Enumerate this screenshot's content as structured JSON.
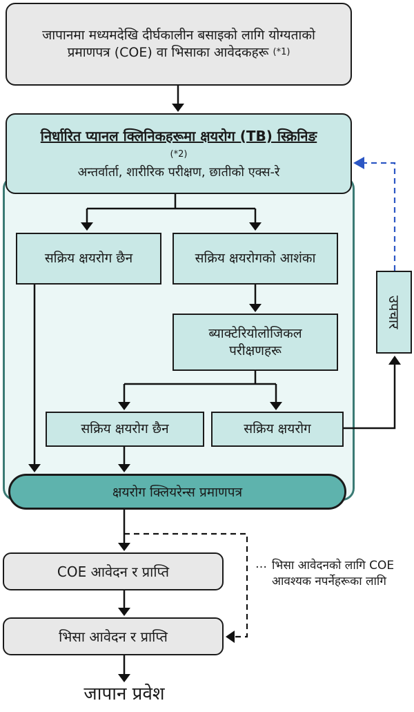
{
  "nodes": {
    "application": {
      "text": "जापानमा मध्यमदेखि दीर्घकालीन बसाइको लागि योग्यताको प्रमाणपत्र (COE) वा भिसाका आवेदकहरू",
      "note": "(*1)"
    },
    "screening": {
      "title": "निर्धारित प्यानल क्लिनिकहरूमा क्षयरोग (TB) स्क्रिनिङ",
      "note": "(*2)",
      "subtitle": "अन्तर्वार्ता, शारीरिक परीक्षण, छातीको एक्स-रे"
    },
    "no_active_tb_1": "सक्रिय क्षयरोग छैन",
    "suspected_tb": "सक्रिय क्षयरोगको आशंका",
    "bacteriological": "ब्याक्टेरियोलोजिकल परीक्षणहरू",
    "no_active_tb_2": "सक्रिय क्षयरोग छैन",
    "active_tb": "सक्रिय क्षयरोग",
    "treatment": "उपचार",
    "clearance": "क्षयरोग क्लियरेन्स प्रमाणपत्र",
    "coe": "COE आवेदन र प्राप्ति",
    "visa": "भिसा आवेदन र प्राप्ति",
    "entry": "जापान प्रवेश"
  },
  "notes": {
    "coe_not_required": "भिसा आवेदनको लागि COE आवश्यक नपर्नेहरूका लागि"
  },
  "colors": {
    "grey_box": "#e8e8e8",
    "teal_box": "#c9e8e6",
    "teal_panel": "#ebf7f6",
    "teal_dark": "#5eb3ad",
    "dashed_blue": "#2b56c4"
  }
}
